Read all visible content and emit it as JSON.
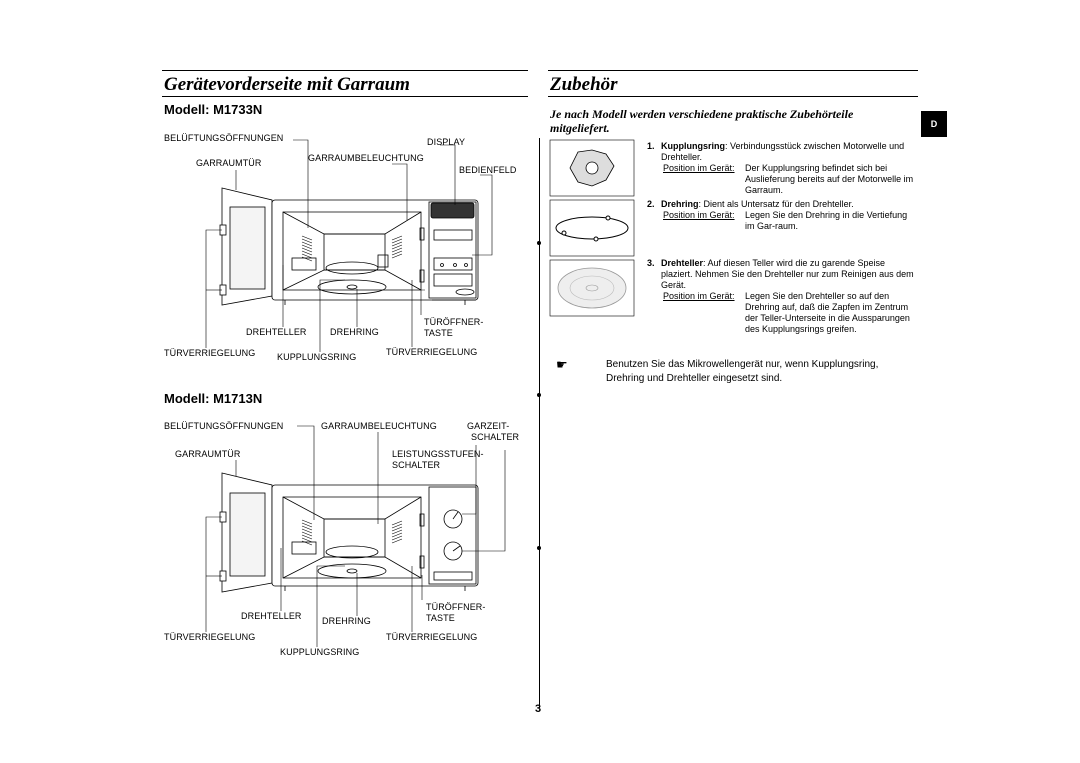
{
  "left": {
    "title": "Gerätevorderseite mit Garraum",
    "model1": {
      "heading": "Modell: M1733N",
      "labels": {
        "vents": "BELÜFTUNGSÖFFNUNGEN",
        "display": "DISPLAY",
        "door": "GARRAUMTÜR",
        "light": "GARRAUMBELEUCHTUNG",
        "panel": "BEDIENFELD",
        "turntable": "DREHTELLER",
        "ring": "DREHRING",
        "door_button_1": "TÜRÖFFNER-",
        "door_button_2": "TASTE",
        "latch_left": "TÜRVERRIEGELUNG",
        "coupler": "KUPPLUNGSRING",
        "latch_right": "TÜRVERRIEGELUNG"
      }
    },
    "model2": {
      "heading": "Modell: M1713N",
      "labels": {
        "vents": "BELÜFTUNGSÖFFNUNGEN",
        "light": "GARRAUMBELEUCHTUNG",
        "timer_1": "GARZEIT-",
        "timer_2": "SCHALTER",
        "door": "GARRAUMTÜR",
        "power_1": "LEISTUNGSSTUFEN-",
        "power_2": "SCHALTER",
        "door_button_1": "TÜRÖFFNER-",
        "door_button_2": "TASTE",
        "turntable": "DREHTELLER",
        "ring": "DREHRING",
        "latch_left": "TÜRVERRIEGELUNG",
        "latch_right": "TÜRVERRIEGELUNG",
        "coupler": "KUPPLUNGSRING"
      }
    }
  },
  "right": {
    "title": "Zubehör",
    "intro": "Je nach Modell werden verschiedene praktische Zubehörteile mitgeliefert.",
    "lang_tab": "D",
    "items": [
      {
        "num": "1.",
        "name": "Kupplungsring",
        "desc": ": Verbindungsstück zwischen Motorwelle und Drehteller.",
        "pos_label": "Position im Gerät:",
        "pos_text": "Der Kupplungsring befindet sich bei Auslieferung bereits auf der Motorwelle im Garraum."
      },
      {
        "num": "2.",
        "name": "Drehring",
        "desc": ": Dient als Untersatz für den Drehteller.",
        "pos_label": "Position im Gerät:",
        "pos_text": "Legen Sie den Drehring in die Vertiefung im Gar-raum."
      },
      {
        "num": "3.",
        "name": "Drehteller",
        "desc": ": Auf diesen Teller wird die zu garende Speise plaziert. Nehmen Sie den Drehteller nur zum Reinigen aus dem Gerät.",
        "pos_label": "Position im Gerät:",
        "pos_text": "Legen Sie den Drehteller so auf den Drehring auf, daß die Zapfen im Zentrum der Teller-Unterseite in die Aussparungen des Kupplungsrings greifen."
      }
    ],
    "note_icon": "pointing-hand-icon",
    "note": "Benutzen Sie das Mikrowellengerät nur, wenn Kupplungsring, Drehring und Drehteller eingesetzt sind."
  },
  "page_number": "3"
}
